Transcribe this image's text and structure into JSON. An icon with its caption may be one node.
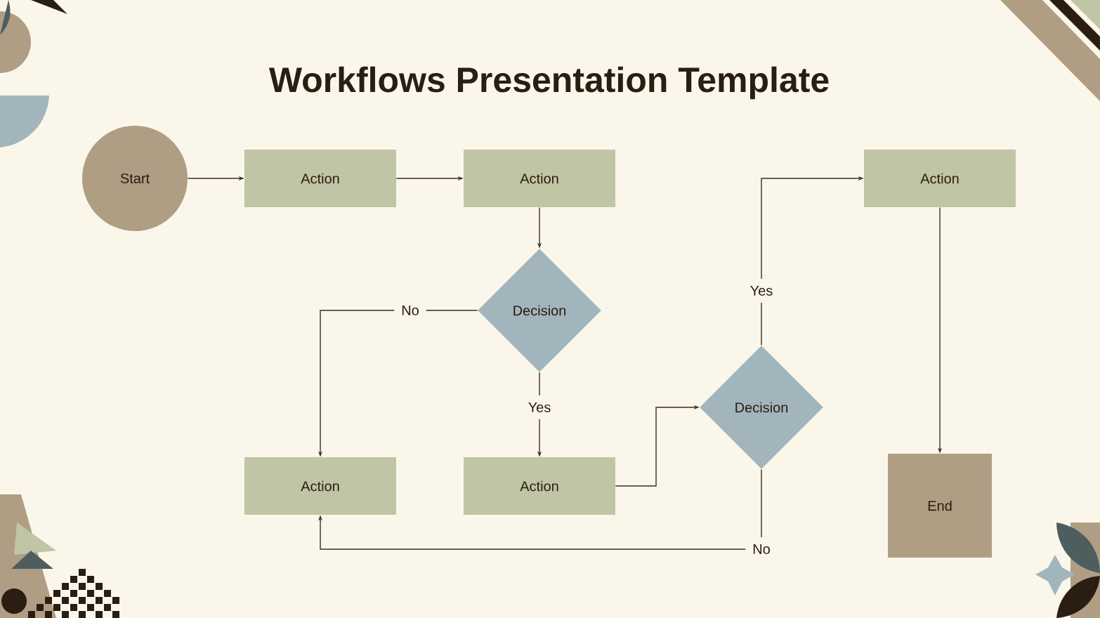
{
  "diagram": {
    "title": "Workflows Presentation Template",
    "nodes": [
      {
        "text": [
          "Start"
        ]
      },
      {
        "text": [
          "Action"
        ]
      },
      {
        "text": [
          "Action"
        ]
      },
      {
        "text": [
          "Decision"
        ]
      },
      {
        "text": [
          "Action"
        ]
      },
      {
        "text": [
          "Action"
        ]
      },
      {
        "text": [
          "Decision"
        ]
      },
      {
        "text": [
          "Action"
        ]
      },
      {
        "text": [
          "End"
        ]
      }
    ],
    "edges": [
      {
        "from": 0,
        "to": 1,
        "arrow": "to"
      },
      {
        "from": 1,
        "to": 2,
        "arrow": "to"
      },
      {
        "from": 2,
        "to": 3,
        "arrow": "to"
      },
      {
        "from": 3,
        "to": 4,
        "arrow": "to",
        "label": "No"
      },
      {
        "from": 3,
        "to": 5,
        "arrow": "to",
        "label": "Yes"
      },
      {
        "from": 5,
        "to": 6,
        "arrow": "to"
      },
      {
        "from": 6,
        "to": 7,
        "arrow": "to",
        "label": "Yes"
      },
      {
        "from": 6,
        "to": 4,
        "arrow": "to",
        "label": "No"
      },
      {
        "from": 7,
        "to": 8,
        "arrow": "to"
      }
    ]
  }
}
